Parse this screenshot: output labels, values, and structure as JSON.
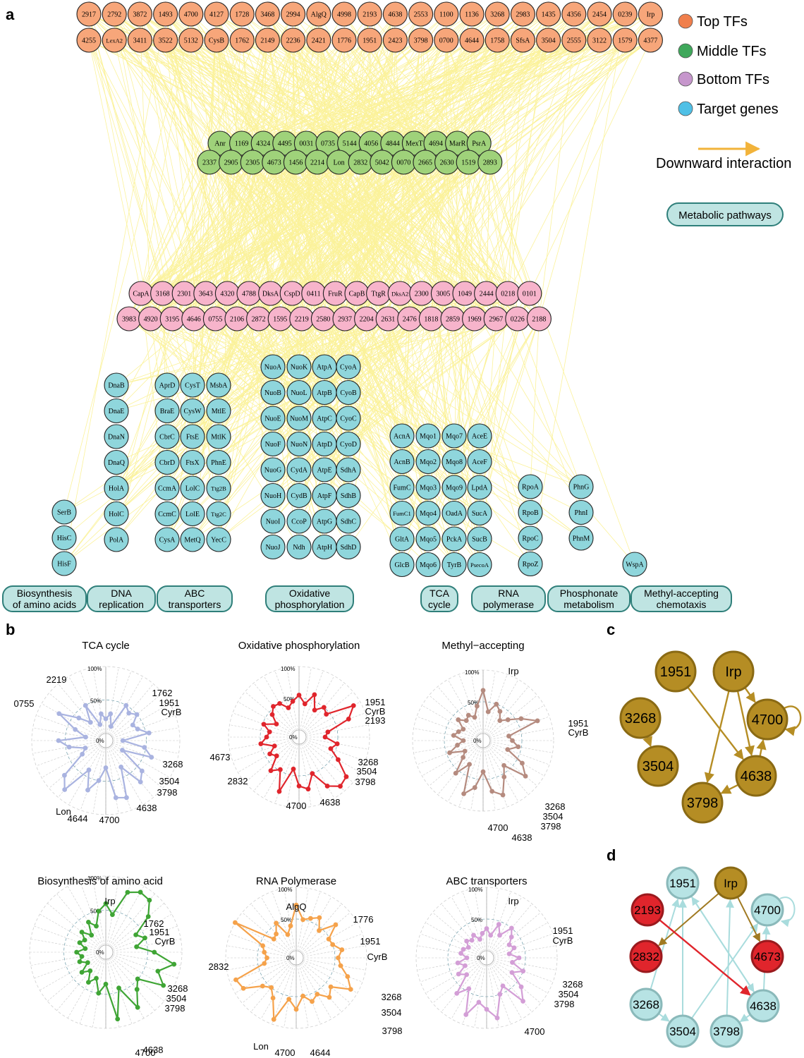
{
  "panel_labels": {
    "a": "a",
    "b": "b",
    "c": "c",
    "d": "d"
  },
  "colors": {
    "top": "#f7a67a",
    "middle": "#9fd27a",
    "bottom": "#f7b4cb",
    "target": "#8fd6dc",
    "edge": "#fbf29a",
    "legend_top": "#f07f4c",
    "legend_middle": "#3fa85b",
    "legend_bottom": "#c696cc",
    "legend_target": "#4fc0e6",
    "arrow": "#f2b33a",
    "pathway_fill": "#bfe4e2",
    "pathway_stroke": "#2f7f7a",
    "gold": "#b58d24",
    "gold_stroke": "#8a6a14",
    "red": "#e0252c",
    "light": "#b7e3e4",
    "light_stroke": "#8ab9ba",
    "radar_tca": "#a9b3e0",
    "radar_oxphos": "#e0252c",
    "radar_methyl": "#b58b7f",
    "radar_amino": "#3fa535",
    "radar_rna": "#f5a24b",
    "radar_abc": "#d39ed6"
  },
  "legend": {
    "top": "Top TFs",
    "middle": "Middle TFs",
    "bottom": "Bottom TFs",
    "target": "Target genes",
    "arrow": "Downward interaction",
    "pathway": "Metabolic pathways"
  },
  "network": {
    "top_row1": [
      "2917",
      "2792",
      "3872",
      "1493",
      "4700",
      "4127",
      "1728",
      "3468",
      "2994",
      "AlgQ",
      "4998",
      "2193",
      "4638",
      "2553",
      "1100",
      "1136",
      "3268",
      "2983",
      "1435",
      "4356",
      "2454",
      "0239",
      "Irp"
    ],
    "top_row2": [
      "4255",
      "LexA2",
      "3411",
      "3522",
      "5132",
      "CysB",
      "1762",
      "2149",
      "2236",
      "2421",
      "1776",
      "1951",
      "2423",
      "3798",
      "0700",
      "4644",
      "1758",
      "SfsA",
      "3504",
      "2555",
      "3122",
      "1579",
      "4377"
    ],
    "middle_row1": [
      "Anr",
      "1169",
      "4324",
      "4495",
      "0031",
      "0735",
      "5144",
      "4056",
      "4844",
      "MexT",
      "4694",
      "MarR",
      "PsrA"
    ],
    "middle_row2": [
      "2337",
      "2905",
      "2305",
      "4673",
      "1456",
      "2214",
      "Lon",
      "2832",
      "5042",
      "0070",
      "2665",
      "2630",
      "1519",
      "2893"
    ],
    "bottom_row1": [
      "CapA",
      "3168",
      "2301",
      "3643",
      "4320",
      "4788",
      "DksA",
      "CspD",
      "0411",
      "FruR",
      "CapB",
      "TtgR",
      "DksA2",
      "2300",
      "3005",
      "1049",
      "2444",
      "0218",
      "0101"
    ],
    "bottom_row2": [
      "3983",
      "4920",
      "3195",
      "4646",
      "0755",
      "2106",
      "2872",
      "1595",
      "2219",
      "2580",
      "2937",
      "2204",
      "2631",
      "2476",
      "1818",
      "2859",
      "1969",
      "2967",
      "0226",
      "2188"
    ],
    "target_columns": [
      [
        "SerB",
        "HisC",
        "HisF"
      ],
      [
        "DnaB",
        "DnaE",
        "DnaN",
        "DnaQ",
        "HolA",
        "HolC",
        "PolA"
      ],
      [
        "AprD",
        "BraE",
        "CbrC",
        "CbrD",
        "CcmA",
        "CcmC",
        "CysA"
      ],
      [
        "CysT",
        "CysW",
        "FtsE",
        "FtsX",
        "LolC",
        "LolE",
        "MetQ"
      ],
      [
        "MsbA",
        "MtlE",
        "MtlK",
        "PhnE",
        "Ttg2B",
        "Ttg2C",
        "YecC"
      ],
      [
        "NuoA",
        "NuoB",
        "NuoE",
        "NuoF",
        "NuoG",
        "NuoH",
        "NuoI",
        "NuoJ"
      ],
      [
        "NuoK",
        "NuoL",
        "NuoM",
        "NuoN",
        "CydA",
        "CydB",
        "CcoP",
        "Ndh"
      ],
      [
        "AtpA",
        "AtpB",
        "AtpC",
        "AtpD",
        "AtpE",
        "AtpF",
        "AtpG",
        "AtpH"
      ],
      [
        "CyoA",
        "CyoB",
        "CyoC",
        "CyoD",
        "SdhA",
        "SdhB",
        "SdhC",
        "SdhD"
      ],
      [
        "AcnA",
        "AcnB",
        "FumC",
        "FumC1",
        "GltA",
        "GlcB"
      ],
      [
        "Mqo1",
        "Mqo2",
        "Mqo3",
        "Mqo4",
        "Mqo5",
        "Mqo6"
      ],
      [
        "Mqo7",
        "Mqo8",
        "Mqo9",
        "OadA",
        "PckA",
        "TyrB"
      ],
      [
        "AceE",
        "AceF",
        "LpdA",
        "SucA",
        "SucB",
        "PsecoA"
      ],
      [
        "RpoA",
        "RpoB",
        "RpoC",
        "RpoZ"
      ],
      [
        "PhnG",
        "PhnI",
        "PhnM"
      ],
      [
        "WspA"
      ]
    ],
    "pathways": [
      [
        "Biosynthesis",
        "of amino acids"
      ],
      [
        "DNA",
        "replication"
      ],
      [
        "ABC",
        "transporters"
      ],
      [
        "Oxidative",
        "phosphorylation"
      ],
      [
        "TCA",
        "cycle"
      ],
      [
        "RNA",
        "polymerase"
      ],
      [
        "Phosphonate",
        "metabolism"
      ],
      [
        "Methyl-accepting",
        "chemotaxis"
      ]
    ]
  },
  "chart_data": [
    {
      "type": "radar",
      "title": "TCA cycle",
      "rings": [
        "0%",
        "50%",
        "100%"
      ],
      "labels": [
        "2219",
        "0755",
        "1762",
        "1951",
        "CyrB",
        "3268",
        "3504",
        "3798",
        "4638",
        "4700",
        "Lon",
        "4644"
      ],
      "values": [
        0.22,
        0.3,
        0.12,
        0.5,
        0.43,
        0.5,
        0.36,
        0.4,
        0.55,
        0.15,
        0.48,
        0.62,
        0.18,
        0.6,
        0.7,
        0.35,
        0.8,
        0.76,
        0.3,
        0.5,
        0.68,
        0.4,
        0.85,
        0.7,
        0.3,
        0.22,
        0.45,
        0.6,
        0.2,
        0.38,
        0.7,
        0.42,
        0.25,
        0.5,
        0.15,
        0.3
      ]
    },
    {
      "type": "radar",
      "title": "Oxidative phosphorylation",
      "rings": [
        "0%",
        "50%",
        "100%"
      ],
      "labels": [
        "1951",
        "CyrB",
        "2193",
        "3268",
        "3504",
        "3798",
        "4638",
        "4700",
        "2832",
        "4673"
      ],
      "values": [
        0.55,
        0.42,
        0.6,
        0.38,
        0.5,
        0.45,
        0.88,
        0.72,
        0.35,
        0.3,
        0.5,
        0.42,
        0.6,
        0.86,
        0.9,
        0.78,
        0.5,
        0.72,
        0.66,
        0.4,
        0.8,
        0.48,
        0.58,
        0.35,
        0.42,
        0.3,
        0.5,
        0.4,
        0.36,
        0.48,
        0.3,
        0.44,
        0.52,
        0.5,
        0.38,
        0.46
      ]
    },
    {
      "type": "radar",
      "title": "Methyl−accepting",
      "rings": [
        "0%",
        "50%",
        "100%"
      ],
      "labels": [
        "Irp",
        "1951",
        "CyrB",
        "3268",
        "3504",
        "3798",
        "4638",
        "4700"
      ],
      "values": [
        0.68,
        0.35,
        0.5,
        0.42,
        0.3,
        0.4,
        0.58,
        0.8,
        0.3,
        0.35,
        0.45,
        0.3,
        0.6,
        0.76,
        0.4,
        0.55,
        0.8,
        0.7,
        0.38,
        0.64,
        0.78,
        0.32,
        0.56,
        0.3,
        0.22,
        0.45,
        0.3,
        0.2,
        0.36,
        0.3,
        0.25,
        0.4,
        0.3,
        0.35,
        0.28,
        0.44
      ]
    },
    {
      "type": "radar",
      "title": "Biosynthesis of amino acid",
      "rings": [
        "0%",
        "50%",
        "100%"
      ],
      "labels": [
        "Irp",
        "1762",
        "1951",
        "CyrB",
        "3268",
        "3504",
        "3798",
        "4638",
        "4700"
      ],
      "values": [
        0.6,
        0.45,
        0.82,
        0.9,
        0.88,
        0.7,
        0.4,
        0.5,
        0.35,
        0.6,
        0.9,
        0.7,
        0.86,
        0.5,
        0.6,
        0.82,
        0.45,
        0.88,
        0.36,
        0.5,
        0.3,
        0.4,
        0.25,
        0.35,
        0.2,
        0.3,
        0.25,
        0.32,
        0.2,
        0.3,
        0.25,
        0.35,
        0.22,
        0.4,
        0.3,
        0.5
      ]
    },
    {
      "type": "radar",
      "title": "RNA Polymerase",
      "rings": [
        "0%",
        "50%",
        "100%"
      ],
      "labels": [
        "AlgQ",
        "1776",
        "1951",
        "CyrB",
        "3268",
        "3504",
        "3798",
        "4644",
        "4700",
        "Lon",
        "2832"
      ],
      "values": [
        0.72,
        0.5,
        0.55,
        0.62,
        0.45,
        0.7,
        0.48,
        0.5,
        0.62,
        0.55,
        0.6,
        0.75,
        0.88,
        0.6,
        0.7,
        0.55,
        0.62,
        0.5,
        0.7,
        0.55,
        0.92,
        0.62,
        0.5,
        0.58,
        0.85,
        0.9,
        0.4,
        0.35,
        0.4,
        0.45,
        1.0,
        0.35,
        0.38,
        0.52,
        0.28,
        0.4
      ]
    },
    {
      "type": "radar",
      "title": "ABC transporters",
      "rings": [
        "0%",
        "50%",
        "100%"
      ],
      "labels": [
        "Irp",
        "1951",
        "CyrB",
        "3268",
        "3504",
        "3798",
        "4700"
      ],
      "values": [
        0.35,
        0.25,
        0.45,
        0.3,
        0.5,
        0.4,
        0.3,
        0.35,
        0.25,
        0.4,
        0.3,
        0.5,
        0.35,
        0.6,
        0.78,
        0.4,
        0.5,
        0.85,
        0.7,
        0.6,
        0.84,
        0.45,
        0.62,
        0.3,
        0.4,
        0.25,
        0.35,
        0.2,
        0.3,
        0.28,
        0.22,
        0.3,
        0.25,
        0.3,
        0.2,
        0.28
      ]
    }
  ],
  "graph_c": {
    "nodes": [
      "1951",
      "Irp",
      "3268",
      "4700",
      "3504",
      "4638",
      "3798"
    ]
  },
  "graph_d": {
    "nodes": [
      "1951",
      "Irp",
      "2193",
      "4700",
      "2832",
      "4673",
      "3268",
      "4638",
      "3504",
      "3798"
    ]
  }
}
